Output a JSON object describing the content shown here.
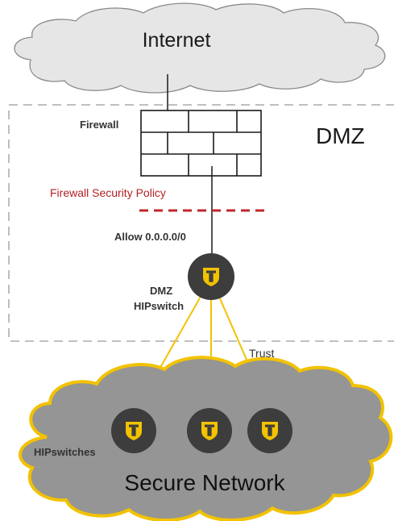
{
  "labels": {
    "internet": "Internet",
    "firewall": "Firewall",
    "dmz_zone": "DMZ",
    "firewall_policy": "Firewall Security Policy",
    "allow_rule": "Allow 0.0.0.0/0",
    "dmz_switch_line1": "DMZ",
    "dmz_switch_line2": "HIPswitch",
    "trust": "Trust",
    "hipswitches": "HIPswitches",
    "secure_network": "Secure Network"
  },
  "icons": {
    "hipswitch": "shield-lock-icon",
    "firewall": "brick-wall-icon",
    "cloud": "cloud-icon"
  },
  "colors": {
    "cloud_fill": "#e6e6e6",
    "cloud_stroke": "#8a8a8a",
    "secure_cloud_fill": "#959595",
    "secure_cloud_stroke": "#f2c200",
    "node_fill": "#3d3d3d",
    "node_icon": "#f2c200",
    "trust_line": "#f2c200",
    "policy_line": "#c0272d",
    "policy_text": "#b32025",
    "dmz_border": "#9a9a9a"
  }
}
